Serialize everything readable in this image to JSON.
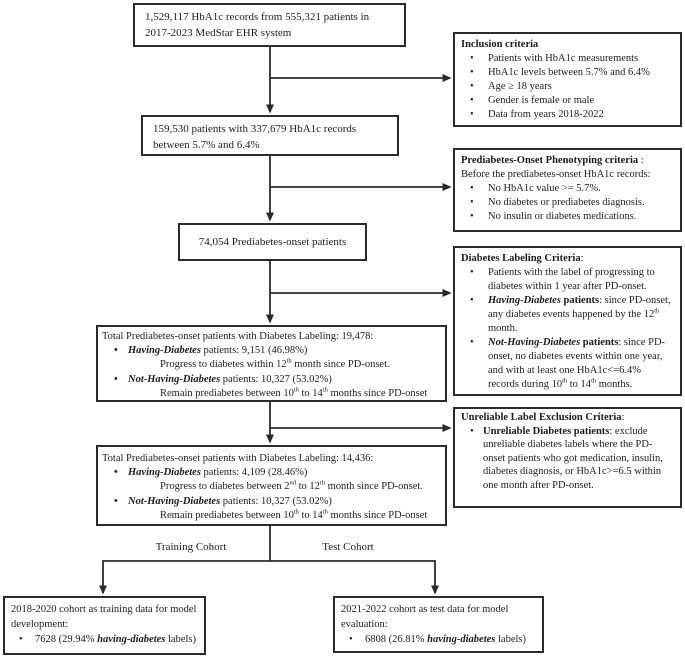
{
  "diagram": {
    "boxes": {
      "source": {
        "text": "1,529,117 HbA1c records from 555,321 patients in 2017-2023 MedStar EHR system"
      },
      "filtered": {
        "text": "159,530 patients with 337,679 HbA1c records between 5.7% and 6.4%"
      },
      "pd_onset": {
        "text": "74,054 Prediabetes-onset patients"
      },
      "labeled_19478": {
        "title": "Total Prediabetes-onset patients with Diabetes Labeling: 19,478:",
        "bullet1": [
          {
            "t": "Having-Diabetes",
            "s": "bi"
          },
          {
            "t": " patients: 9,151 (46.98%)"
          }
        ],
        "bullet1_sub": [
          {
            "t": "Progress to diabetes within 12"
          },
          {
            "t": "th",
            "s": "sup"
          },
          {
            "t": " month since PD-onset."
          }
        ],
        "bullet2": [
          {
            "t": "Not-Having-Diabetes",
            "s": "bi"
          },
          {
            "t": " patients: 10,327 (53.02%)"
          }
        ],
        "bullet2_sub": [
          {
            "t": "Remain prediabetes between 10"
          },
          {
            "t": "th",
            "s": "sup"
          },
          {
            "t": " to 14"
          },
          {
            "t": "th",
            "s": "sup"
          },
          {
            "t": " months since PD-onset"
          }
        ]
      },
      "labeled_14436": {
        "title": "Total Prediabetes-onset patients with Diabetes Labeling: 14,436:",
        "bullet1": [
          {
            "t": "Having-Diabetes",
            "s": "bi"
          },
          {
            "t": " patients: 4,109 (28.46%)"
          }
        ],
        "bullet1_sub": [
          {
            "t": "Progress to diabetes between 2"
          },
          {
            "t": "nd",
            "s": "sup"
          },
          {
            "t": " to 12"
          },
          {
            "t": "th",
            "s": "sup"
          },
          {
            "t": " month since PD-onset."
          }
        ],
        "bullet2": [
          {
            "t": "Not-Having-Diabetes",
            "s": "bi"
          },
          {
            "t": " patients: 10,327 (53.02%)"
          }
        ],
        "bullet2_sub": [
          {
            "t": "Remain prediabetes between 10"
          },
          {
            "t": "th",
            "s": "sup"
          },
          {
            "t": " to 14"
          },
          {
            "t": "th",
            "s": "sup"
          },
          {
            "t": " months since PD-onset"
          }
        ]
      },
      "training": {
        "text": "2018-2020 cohort as training data for model development:",
        "bullet": [
          {
            "t": "7628 (29.94% "
          },
          {
            "t": "having-diabetes",
            "s": "bi"
          },
          {
            "t": " labels)"
          }
        ]
      },
      "test": {
        "text": "2021-2022 cohort as test data for model evaluation:",
        "bullet": [
          {
            "t": "6808 (26.81% "
          },
          {
            "t": "having-diabetes",
            "s": "bi"
          },
          {
            "t": " labels)"
          }
        ]
      }
    },
    "criteria": {
      "inclusion": {
        "title": [
          {
            "t": "Inclusion criteria",
            "s": "b"
          }
        ],
        "bullets": [
          "Patients with HbA1c measurements",
          "HbA1c levels between 5.7% and 6.4%",
          "Age ≥ 18 years",
          "Gender is female or male",
          "Data from years 2018-2022"
        ]
      },
      "phenotyping": {
        "title": [
          {
            "t": "Prediabetes-Onset Phenotyping criteria",
            "s": "b"
          },
          {
            "t": " :"
          }
        ],
        "intro": "Before the prediabetes-onset HbA1c records:",
        "bullets": [
          "No HbA1c value >= 5.7%.",
          "No diabetes or prediabetes diagnosis.",
          "No insulin or diabetes medications."
        ]
      },
      "labeling": {
        "title": [
          {
            "t": "Diabetes Labeling Criteria",
            "s": "b"
          },
          {
            "t": ":"
          }
        ],
        "bullets": [
          [
            {
              "t": "Patients with the label of progressing to diabetes within 1 year after PD-onset."
            }
          ],
          [
            {
              "t": "Having-Diabetes",
              "s": "bi"
            },
            {
              "t": " patients",
              "s": "b"
            },
            {
              "t": ": since PD-onset, any diabetes events happened by the 12"
            },
            {
              "t": "th",
              "s": "sup"
            },
            {
              "t": " month."
            }
          ],
          [
            {
              "t": "Not-Having-Diabetes",
              "s": "bi"
            },
            {
              "t": " patients",
              "s": "b"
            },
            {
              "t": ": since PD-onset, no diabetes events within one year, and with at least one HbA1c<=6.4% records during 10"
            },
            {
              "t": "th",
              "s": "sup"
            },
            {
              "t": " to 14"
            },
            {
              "t": "th",
              "s": "sup"
            },
            {
              "t": " months."
            }
          ]
        ]
      },
      "unreliable": {
        "title": [
          {
            "t": "Unreliable Label Exclusion Criteria",
            "s": "b"
          },
          {
            "t": ":"
          }
        ],
        "bullets": [
          [
            {
              "t": "Unreliable Diabetes patients",
              "s": "b"
            },
            {
              "t": ": exclude unreliable diabetes labels where the PD-onset patients who got medication, insulin, diabetes diagnosis, or HbA1c>=6.5 within one month after PD-onset."
            }
          ]
        ]
      }
    },
    "branch_labels": {
      "training": "Training Cohort",
      "test": "Test Cohort"
    },
    "colors": {
      "line": "#2b2b2b",
      "border": "#2b2b2b",
      "text": "#1c1c1c",
      "background": "#ffffff"
    }
  }
}
